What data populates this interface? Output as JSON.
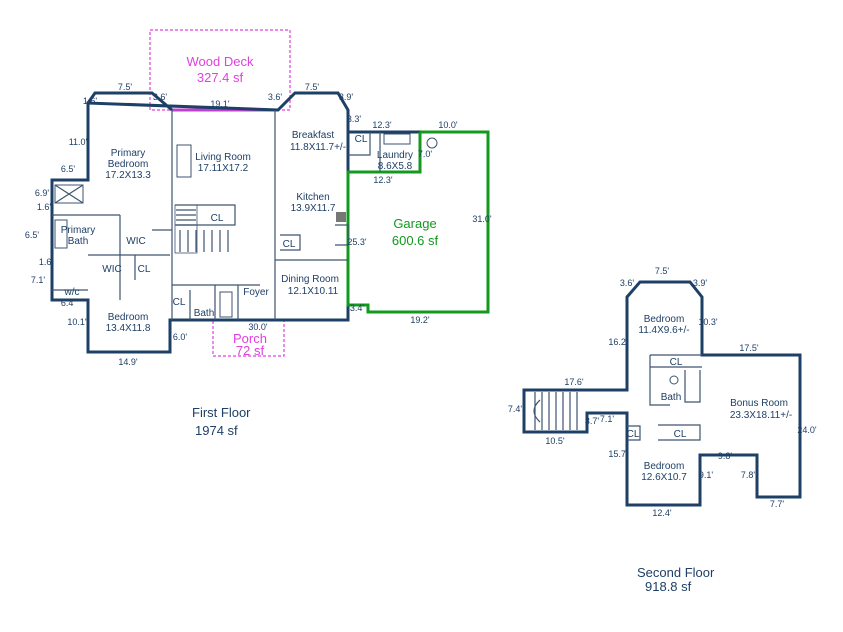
{
  "first_floor": {
    "title": "First Floor",
    "area": "1974 sf",
    "wood_deck": {
      "name": "Wood Deck",
      "area": "327.4 sf"
    },
    "porch": {
      "name": "Porch",
      "area": "72 sf"
    },
    "garage": {
      "name": "Garage",
      "area": "600.6 sf"
    },
    "rooms": {
      "primary_bedroom": {
        "name1": "Primary",
        "name2": "Bedroom",
        "size": "17.2X13.3"
      },
      "living_room": {
        "name": "Living Room",
        "size": "17.11X17.2"
      },
      "breakfast": {
        "name": "Breakfast",
        "size": "11.8X11.7+/-"
      },
      "laundry": {
        "name": "Laundry",
        "size": "8.6X5.8"
      },
      "kitchen": {
        "name": "Kitchen",
        "size": "13.9X11.7"
      },
      "dining_room": {
        "name": "Dining Room",
        "size": "12.1X10.11"
      },
      "primary_bath": {
        "name1": "Primary",
        "name2": "Bath"
      },
      "bedroom": {
        "name": "Bedroom",
        "size": "13.4X11.8"
      },
      "foyer": "Foyer",
      "bath": "Bath",
      "wic1": "WIC",
      "wic2": "WIC",
      "cl": "CL",
      "wc": "w/c"
    },
    "dims": [
      "7.5'",
      "1.6'",
      "3.6'",
      "19.1'",
      "3.6'",
      "7.5'",
      "3.9'",
      "3.3'",
      "12.3'",
      "10.0'",
      "7.0'",
      "12.3'",
      "11.0'",
      "6.5'",
      "6.9'",
      "6.5'",
      "1.6'",
      "7.1'",
      "1.6'",
      "6.4'",
      "10.1'",
      "14.9'",
      "6.0'",
      "30.0'",
      "25.3'",
      "31.0'",
      "19.2'",
      "3.4'"
    ]
  },
  "second_floor": {
    "title": "Second Floor",
    "area": "918.8 sf",
    "rooms": {
      "bedroom_a": {
        "name": "Bedroom",
        "size": "11.4X9.6+/-"
      },
      "bonus_room": {
        "name": "Bonus Room",
        "size": "23.3X18.11+/-"
      },
      "bath": "Bath",
      "bedroom_b": {
        "name": "Bedroom",
        "size": "12.6X10.7"
      },
      "cl": "CL"
    },
    "dims": [
      "7.5'",
      "3.6'",
      "3.9'",
      "10.3'",
      "16.2'",
      "17.5'",
      "17.6'",
      "7.4'",
      "10.5'",
      "3.7'",
      "7.1'",
      "15.7'",
      "9.1'",
      "9.8'",
      "7.8'",
      "24.0'",
      "12.4'",
      "7.7'"
    ]
  }
}
